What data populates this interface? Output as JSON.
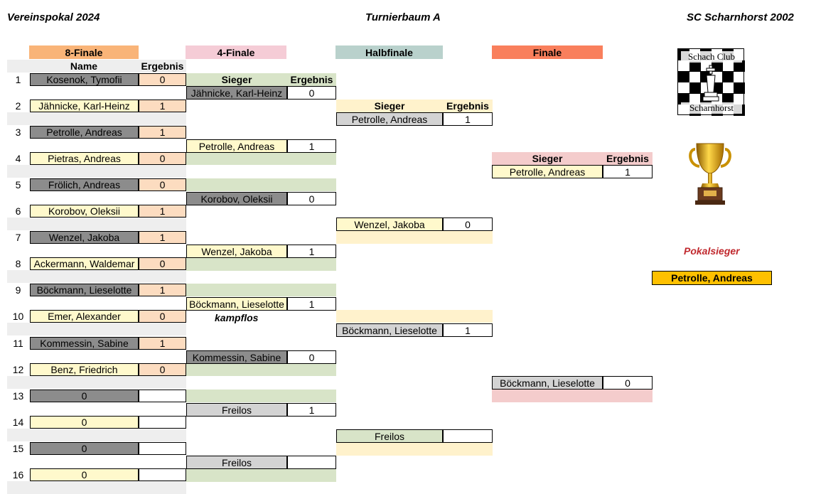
{
  "header": {
    "left": "Vereinspokal 2024",
    "center": "Turnierbaum A",
    "right": "SC Scharnhorst 2002"
  },
  "rounds": {
    "r16": "8-Finale",
    "qf": "4-Finale",
    "sf": "Halbfinale",
    "final": "Finale"
  },
  "labels": {
    "name": "Name",
    "result": "Ergebnis",
    "winner": "Sieger",
    "kampflos": "kampflos",
    "cup_winner": "Pokalsieger"
  },
  "colors": {
    "r16": "#f9b478",
    "qf": "#f5ccd6",
    "sf": "#b9d1cc",
    "final": "#f97f5c",
    "name_dark": "#8c8c8c",
    "name_light": "#fff9cc",
    "result_orange": "#fcdcc0",
    "green": "#d8e4c8",
    "light_yellow": "#fff2cc",
    "light_pink": "#f4cccc",
    "grey": "#d3d3d3",
    "champion": "#fec000"
  },
  "r16_players": [
    {
      "nr": "1",
      "name": "Kosenok, Tymofii",
      "score": "0"
    },
    {
      "nr": "2",
      "name": "Jähnicke, Karl-Heinz",
      "score": "1"
    },
    {
      "nr": "3",
      "name": "Petrolle, Andreas",
      "score": "1"
    },
    {
      "nr": "4",
      "name": "Pietras, Andreas",
      "score": "0"
    },
    {
      "nr": "5",
      "name": "Frölich, Andreas",
      "score": "0"
    },
    {
      "nr": "6",
      "name": "Korobov, Oleksii",
      "score": "1"
    },
    {
      "nr": "7",
      "name": "Wenzel, Jakoba",
      "score": "1"
    },
    {
      "nr": "8",
      "name": "Ackermann, Waldemar",
      "score": "0"
    },
    {
      "nr": "9",
      "name": "Böckmann, Lieselotte",
      "score": "1"
    },
    {
      "nr": "10",
      "name": "Emer, Alexander",
      "score": "0"
    },
    {
      "nr": "11",
      "name": "Kommessin, Sabine",
      "score": "1"
    },
    {
      "nr": "12",
      "name": "Benz, Friedrich",
      "score": "0"
    },
    {
      "nr": "13",
      "name": "0",
      "score": ""
    },
    {
      "nr": "14",
      "name": "0",
      "score": ""
    },
    {
      "nr": "15",
      "name": "0",
      "score": ""
    },
    {
      "nr": "16",
      "name": "0",
      "score": ""
    }
  ],
  "qf_entries": [
    {
      "name": "Jähnicke, Karl-Heinz",
      "score": "0"
    },
    {
      "name": "Petrolle, Andreas",
      "score": "1"
    },
    {
      "name": "Korobov, Oleksii",
      "score": "0"
    },
    {
      "name": "Wenzel, Jakoba",
      "score": "1"
    },
    {
      "name": "Böckmann, Lieselotte",
      "score": "1"
    },
    {
      "name": "Kommessin, Sabine",
      "score": "0"
    },
    {
      "name": "Freilos",
      "score": "1"
    },
    {
      "name": "Freilos",
      "score": ""
    }
  ],
  "sf_entries": [
    {
      "name": "Petrolle, Andreas",
      "score": "1"
    },
    {
      "name": "Wenzel, Jakoba",
      "score": "0"
    },
    {
      "name": "Böckmann, Lieselotte",
      "score": "1"
    },
    {
      "name": "Freilos",
      "score": ""
    }
  ],
  "final_entries": [
    {
      "name": "Petrolle, Andreas",
      "score": "1"
    },
    {
      "name": "Böckmann, Lieselotte",
      "score": "0"
    }
  ],
  "logo": {
    "top": "Schach Club",
    "bottom": "Scharnhorst"
  },
  "champion": "Petrolle, Andreas",
  "icons": {
    "logo": "chess-board-king-logo",
    "trophy": "trophy-icon"
  }
}
